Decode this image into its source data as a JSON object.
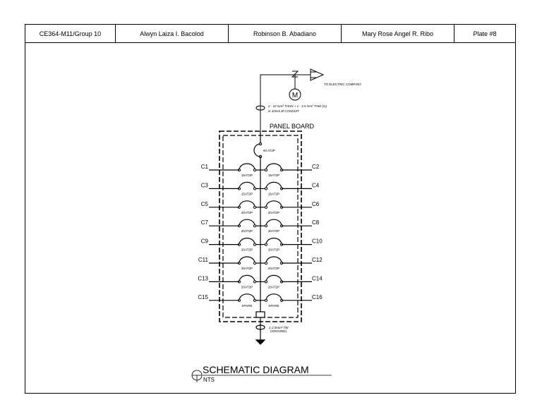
{
  "title_block": {
    "course_group": "CE364-M11/Group 10",
    "member_1": "Alwyn Laiza I. Bacolod",
    "member_2": "Robinson B. Abadiano",
    "member_3": "Mary Rose Angel R. Ribo",
    "plate": "Plate #8"
  },
  "service": {
    "to_label": "TO ELECTRIC COMPANY",
    "meter_label": "M",
    "conductor_line1": "2 - 10 mm² THHN + 1 - 3.5 mm² THW (G)",
    "conductor_line2": "in 32mm Ø CONDUIT"
  },
  "panel": {
    "title": "PANEL BOARD",
    "main_breaker": "60 AT2P",
    "circuits_left": [
      {
        "label": "C1",
        "breaker": "15AT2P"
      },
      {
        "label": "C3",
        "breaker": "15AT2P"
      },
      {
        "label": "C5",
        "breaker": "20AT2P"
      },
      {
        "label": "C7",
        "breaker": "20AT2P"
      },
      {
        "label": "C9",
        "breaker": "20AT2P"
      },
      {
        "label": "C11",
        "breaker": "20AT2P"
      },
      {
        "label": "C13",
        "breaker": "20AT2P"
      },
      {
        "label": "C15",
        "breaker": "SPARE"
      }
    ],
    "circuits_right": [
      {
        "label": "C2",
        "breaker": "15AT2P"
      },
      {
        "label": "C4",
        "breaker": "15AT2P"
      },
      {
        "label": "C6",
        "breaker": "20AT2P"
      },
      {
        "label": "C8",
        "breaker": "20AT2P"
      },
      {
        "label": "C10",
        "breaker": "20AT2P"
      },
      {
        "label": "C12",
        "breaker": "20AT2P"
      },
      {
        "label": "C14",
        "breaker": "20AT2P"
      },
      {
        "label": "C16",
        "breaker": "SPARE"
      }
    ]
  },
  "ground": {
    "line1": "1-2.0mm² TW",
    "line2": "(GROUND)"
  },
  "caption": {
    "title": "SCHEMATIC DIAGRAM",
    "scale": "NTS"
  }
}
